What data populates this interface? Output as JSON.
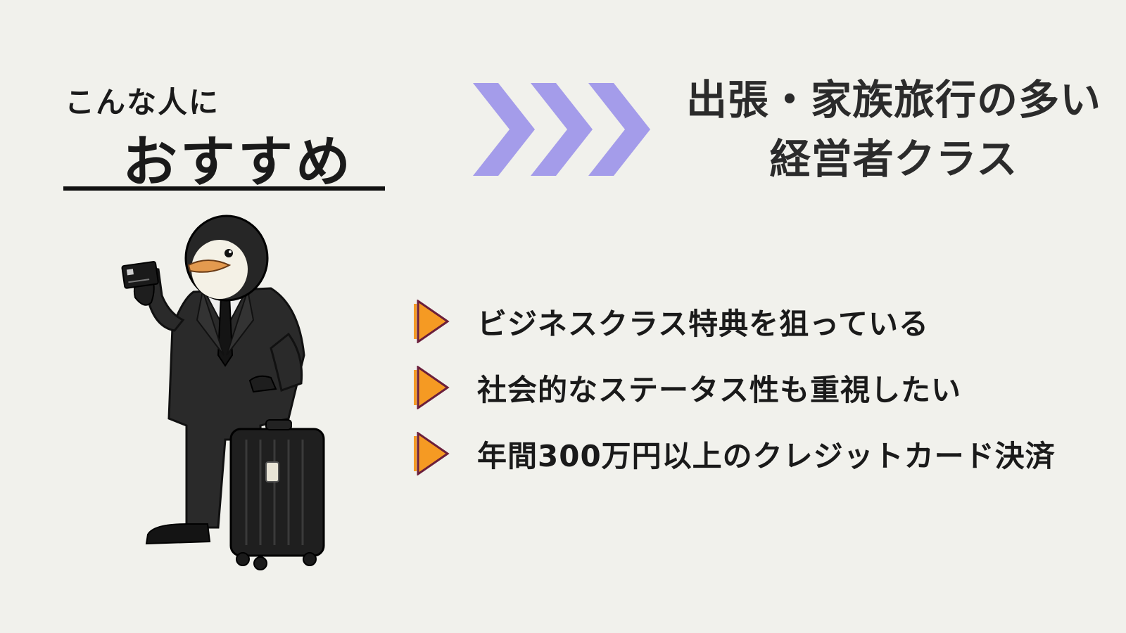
{
  "heading": {
    "line1": "こんな人に",
    "line2": "おすすめ"
  },
  "target": {
    "line1": "出張・家族旅行の多い",
    "line2": "経営者クラス"
  },
  "points": [
    {
      "text": "ビジネスクラス特典を狙っている",
      "icon": "triangle-bullet-icon"
    },
    {
      "text": "社会的なステータス性も重視したい",
      "icon": "triangle-bullet-icon"
    },
    {
      "text": "年間300万円以上のクレジットカード決済",
      "icon": "triangle-bullet-icon"
    }
  ],
  "colors": {
    "background": "#f1f1ec",
    "chevron": "#a49cea",
    "bullet_fill": "#f59a23",
    "bullet_outline": "#6b1f3b",
    "text": "#1a1a1a"
  },
  "illustration": {
    "icon": "penguin-businessman-with-card-and-suitcase"
  }
}
